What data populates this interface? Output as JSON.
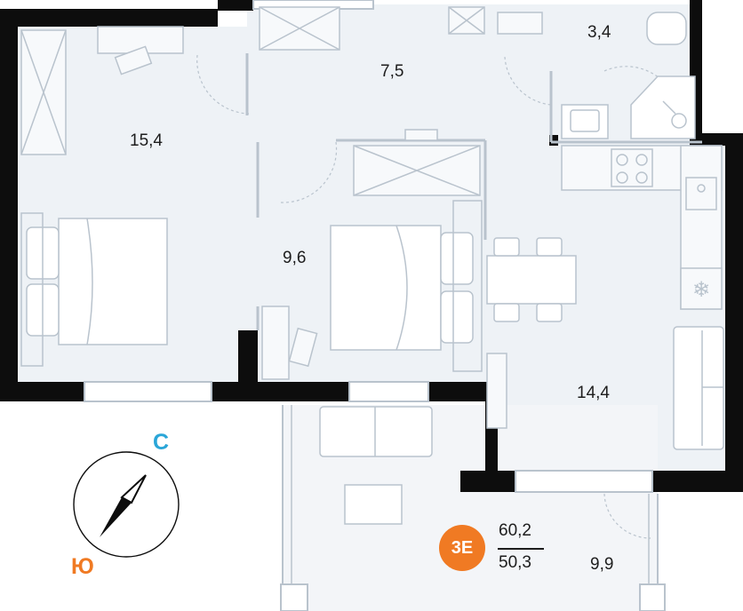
{
  "plan": {
    "apartment_code": "3Е",
    "total_area": "60,2",
    "living_area": "50,3",
    "colors": {
      "floor": "#eef2f6",
      "wall": "#0d0d0d",
      "furniture_stroke": "#b9c3cd",
      "accent_orange": "#f07a23",
      "accent_blue": "#2aa6d8"
    },
    "rooms": [
      {
        "id": "bedroom-1",
        "area": "15,4"
      },
      {
        "id": "hallway",
        "area": "7,5"
      },
      {
        "id": "bathroom",
        "area": "3,4"
      },
      {
        "id": "bedroom-2",
        "area": "9,6"
      },
      {
        "id": "kitchen-living",
        "area": "14,4"
      },
      {
        "id": "loggia",
        "area": "9,9"
      }
    ]
  },
  "compass": {
    "north_label": "С",
    "south_label": "Ю"
  }
}
